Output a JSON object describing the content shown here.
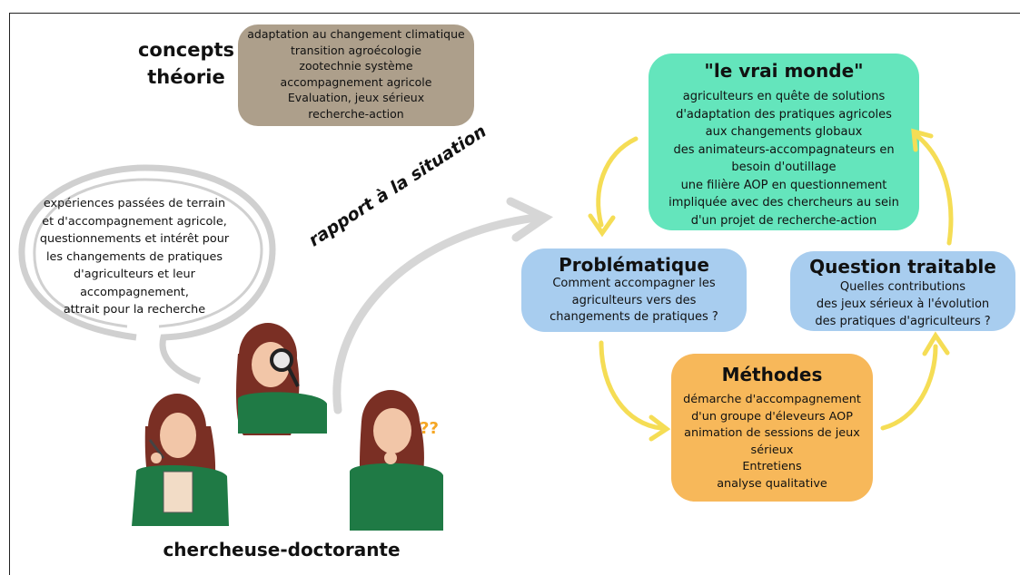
{
  "concepts": {
    "label": "concepts\nthéorie",
    "items": [
      "adaptation au changement climatique",
      "transition agroécologie",
      "zootechnie système",
      "accompagnement agricole",
      "Evaluation, jeux sérieux",
      "recherche-action"
    ]
  },
  "vrai_monde": {
    "title": "\"le vrai monde\"",
    "lines": [
      "agriculteurs en quête de solutions",
      "d'adaptation des pratiques  agricoles",
      "aux changements globaux",
      "des animateurs-accompagnateurs en",
      "besoin d'outillage",
      "une filière AOP en questionnement",
      "impliquée avec des chercheurs au sein",
      "d'un projet de recherche-action"
    ]
  },
  "problematique": {
    "title": "Problématique",
    "lines": [
      "Comment accompagner les",
      "agriculteurs vers des",
      "changements de pratiques ?"
    ]
  },
  "question_traitable": {
    "title": "Question traitable",
    "lines": [
      "Quelles contributions",
      "des jeux sérieux à l'évolution",
      "des pratiques d'agriculteurs ?"
    ]
  },
  "methodes": {
    "title": "Méthodes",
    "lines": [
      "démarche d'accompagnement",
      "d'un groupe d'éleveurs AOP",
      "animation de sessions de jeux",
      "sérieux",
      "Entretiens",
      "analyse qualitative"
    ]
  },
  "bubble": {
    "lines": [
      "expériences passées de terrain",
      "et d'accompagnement agricole,",
      "questionnements et intérêt pour",
      "les changements de pratiques",
      "d'agriculteurs et leur",
      "accompagnement,",
      "attrait pour la recherche"
    ]
  },
  "rapport_label": "rapport à la situation",
  "researcher_label": "chercheuse-doctorante",
  "colors": {
    "concepts": "#ad9f8b",
    "vrai_monde": "#64e5bc",
    "problematique": "#a8cdef",
    "question": "#a8cdef",
    "methodes": "#f7b85a",
    "arrows": "#f5dd55",
    "hair": "#7a2f24",
    "sweater": "#1f7a45"
  }
}
